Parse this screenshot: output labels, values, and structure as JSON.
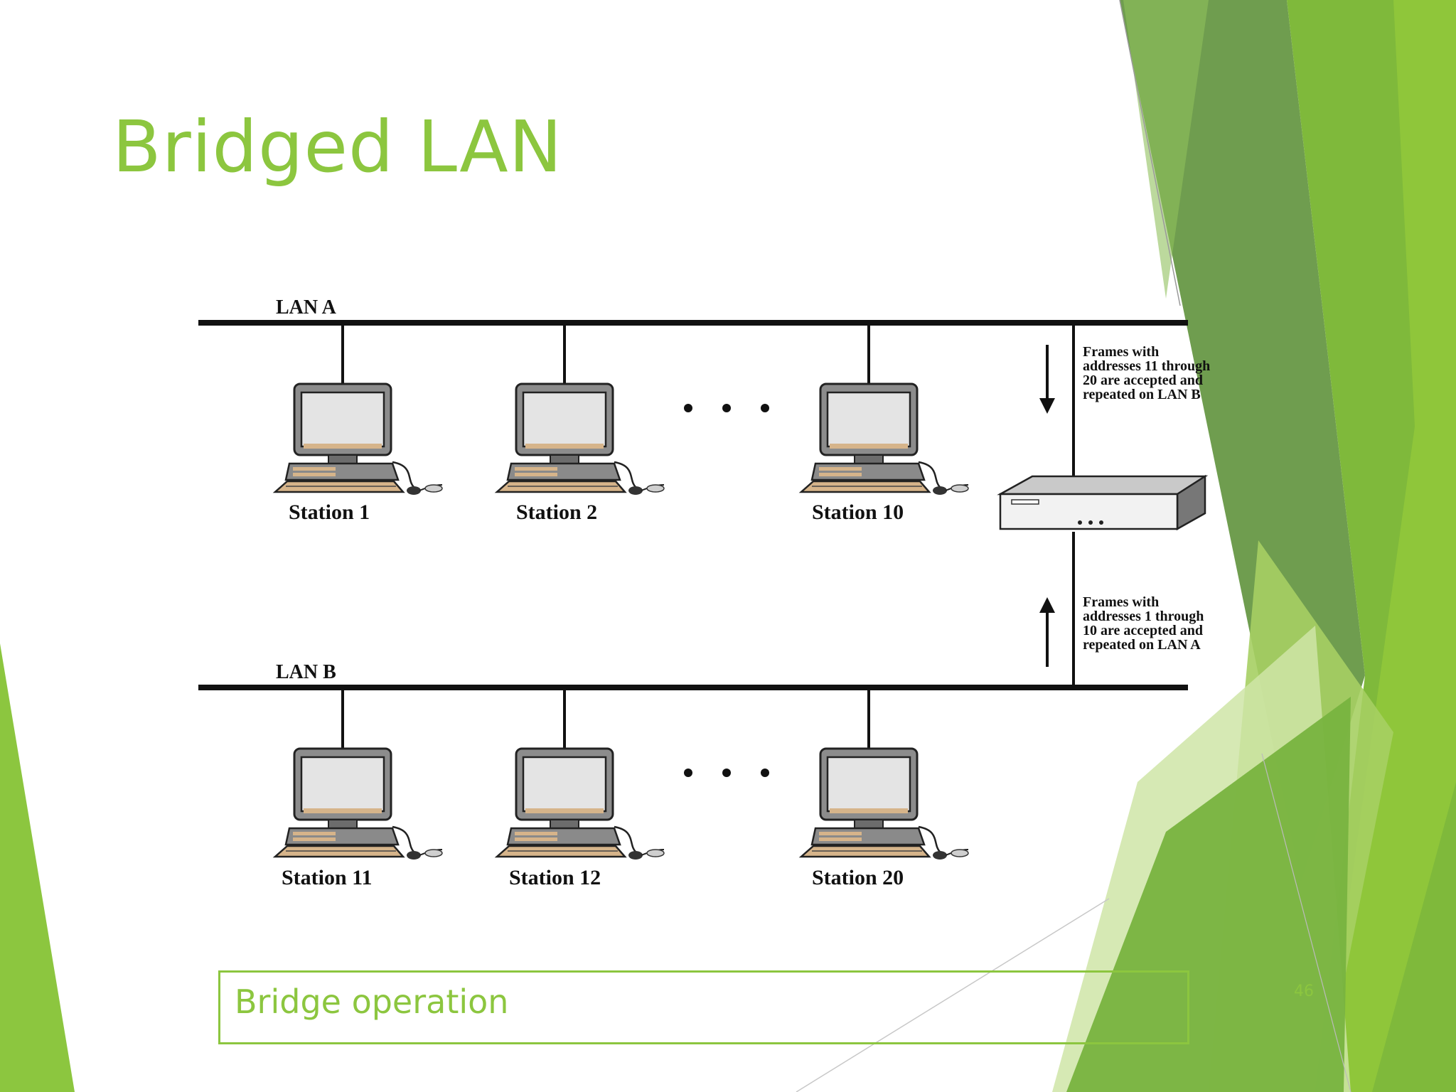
{
  "slide": {
    "title": "Bridged LAN",
    "caption": "Bridge operation",
    "page_number": "46"
  },
  "diagram": {
    "lan_a": {
      "label": "LAN A",
      "stations": [
        "Station 1",
        "Station 2",
        "Station 10"
      ]
    },
    "lan_b": {
      "label": "LAN B",
      "stations": [
        "Station 11",
        "Station 12",
        "Station 20"
      ]
    },
    "bridge": {
      "note_down": [
        "Frames with",
        "addresses 11 through",
        "20 are accepted and",
        "repeated on LAN B"
      ],
      "note_up": [
        "Frames with",
        "addresses 1 through",
        "10 are accepted and",
        "repeated on LAN A"
      ]
    }
  },
  "colors": {
    "accent": "#8cc63f",
    "green_dark": "#6a9a48",
    "green_mid": "#77b140",
    "green_light": "#a7d064",
    "green_pale": "#d4e9b0"
  }
}
